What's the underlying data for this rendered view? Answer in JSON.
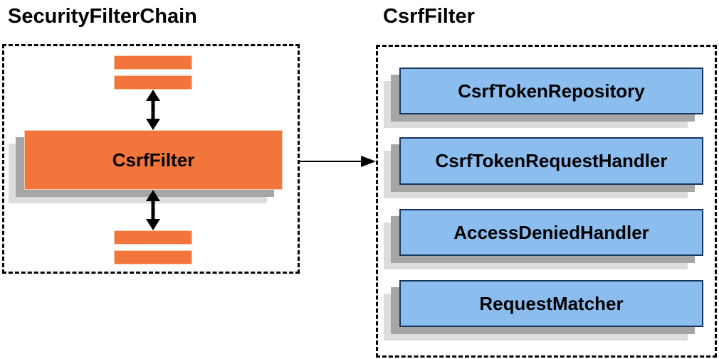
{
  "colors": {
    "orange_fill": "#F2763C",
    "orange_border": "#F8CBAD",
    "blue_fill": "#8BBDEF",
    "blue_border": "#17365D",
    "shadow_dark": "#A6A6A6",
    "shadow_light": "#DCDCDC",
    "dash_border": "#000000",
    "line": "#000000",
    "title_text": "#000000"
  },
  "left_panel": {
    "title": "SecurityFilterChain",
    "csrf_filter_label": "CsrfFilter"
  },
  "right_panel": {
    "title": "CsrfFilter",
    "components": [
      {
        "label": "CsrfTokenRepository"
      },
      {
        "label": "CsrfTokenRequestHandler"
      },
      {
        "label": "AccessDeniedHandler"
      },
      {
        "label": "RequestMatcher"
      }
    ]
  }
}
